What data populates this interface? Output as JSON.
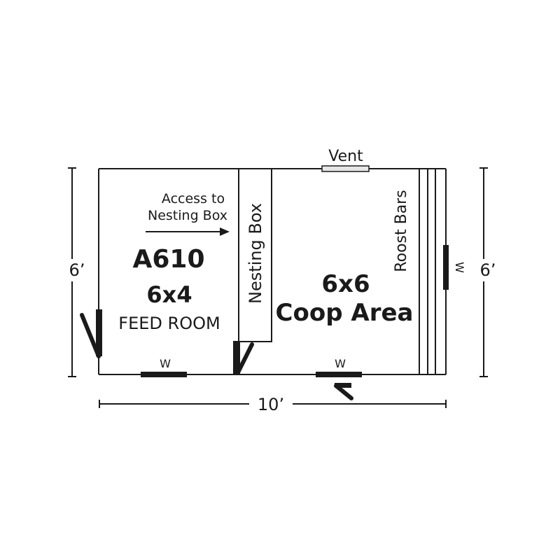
{
  "feed_room": {
    "model": "A610",
    "size": "6x4",
    "name": "FEED ROOM"
  },
  "coop": {
    "size": "6x6",
    "name": "Coop Area"
  },
  "nesting_box": {
    "label": "Nesting Box",
    "access_line1": "Access to",
    "access_line2": "Nesting Box"
  },
  "vent_label": "Vent",
  "roost_label": "Roost Bars",
  "window_labels": {
    "feed_room_bottom": "W",
    "coop_bottom": "W",
    "coop_right": "W"
  },
  "dimensions": {
    "left": "6’",
    "right": "6’",
    "bottom": "10’"
  },
  "colors": {
    "ink": "#1a1a1a",
    "background": "#ffffff",
    "vent_fill": "#e6e6e6"
  }
}
